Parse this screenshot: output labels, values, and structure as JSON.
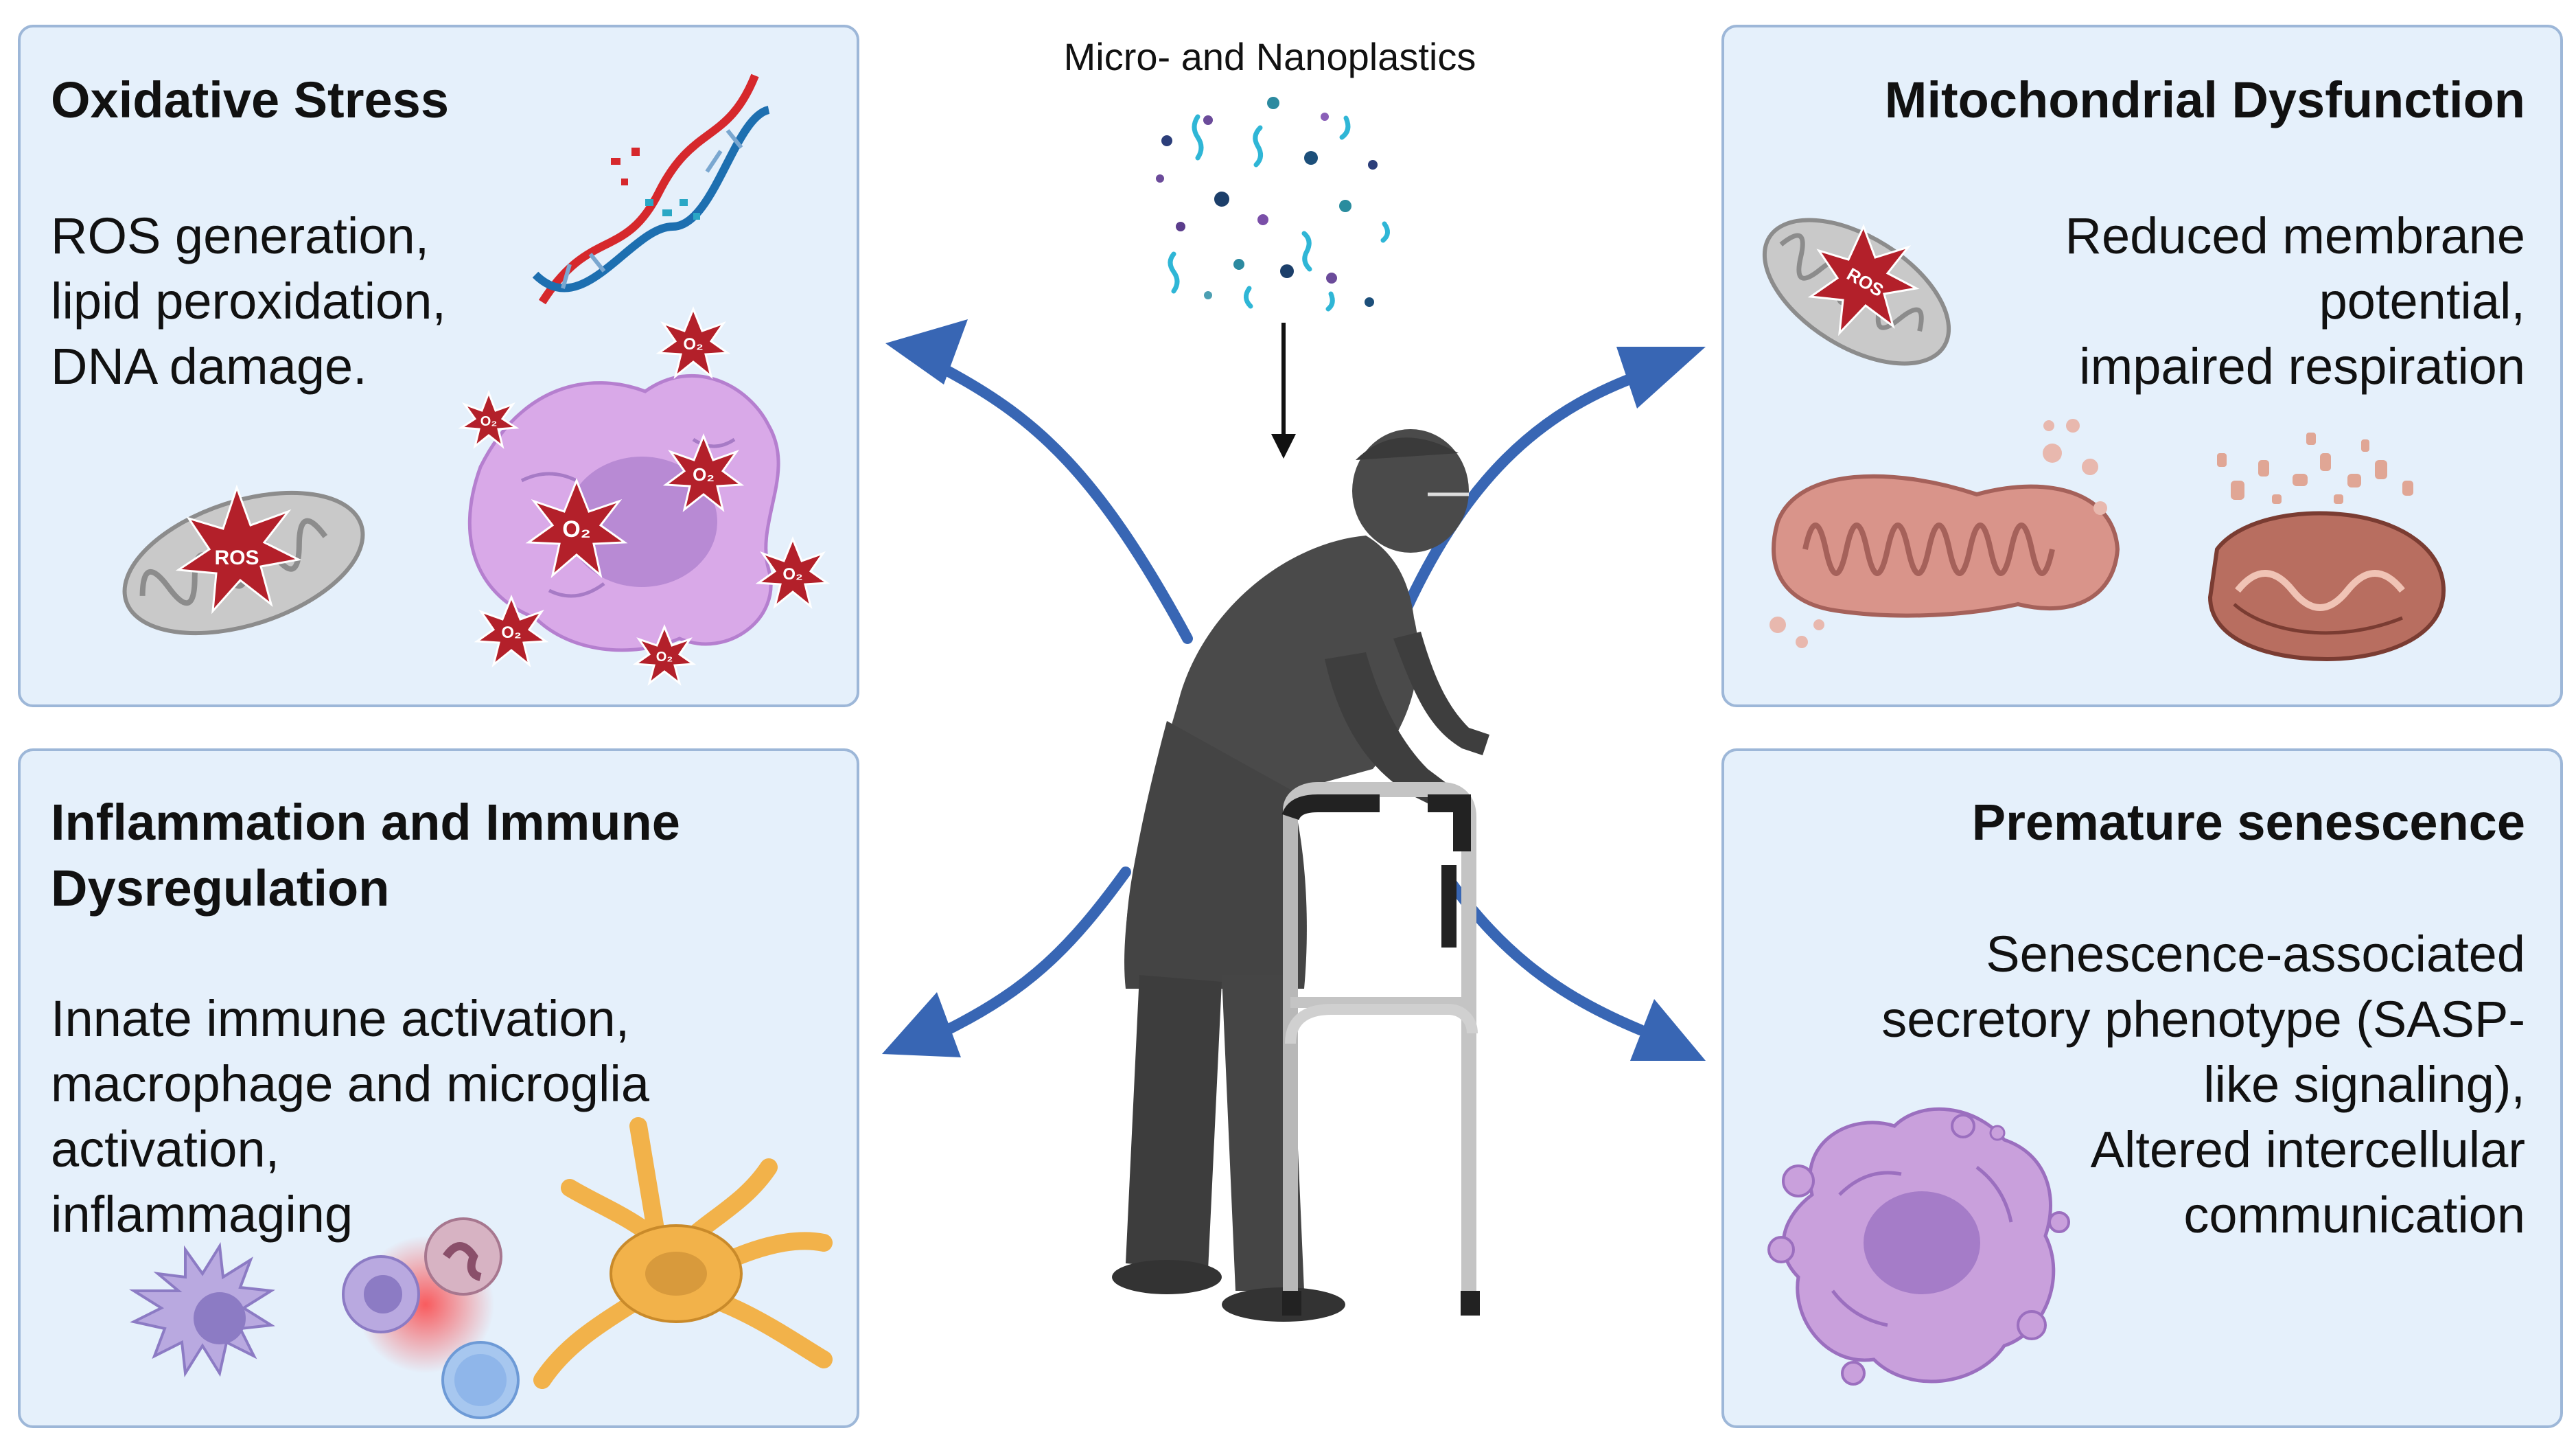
{
  "center": {
    "label": "Micro- and Nanoplastics"
  },
  "panels": {
    "oxidative": {
      "title": "Oxidative Stress",
      "body": [
        "ROS generation,",
        "lipid peroxidation,",
        "DNA damage."
      ],
      "icon_text": {
        "ros": "ROS",
        "o2": "O₂"
      }
    },
    "mitochondrial": {
      "title": "Mitochondrial Dysfunction",
      "body": [
        "Reduced membrane",
        "potential,",
        "impaired respiration"
      ],
      "icon_text": {
        "ros": "ROS"
      }
    },
    "inflammation": {
      "title": [
        "Inflammation and Immune",
        "Dysregulation"
      ],
      "body": [
        "Innate immune activation,",
        "macrophage and microglia",
        "activation,",
        "inflammaging"
      ]
    },
    "senescence": {
      "title": "Premature senescence",
      "body": [
        "Senescence-associated",
        "secretory phenotype (SASP-",
        "like signaling),",
        "Altered intercellular",
        "communication"
      ]
    }
  },
  "colors": {
    "panel_bg": "#e5f0fb",
    "panel_border": "#9db7d8",
    "arrow_blue": "#3866b4",
    "silhouette": "#4a4a4a",
    "ros_red": "#b3202a",
    "cell_purple": "#c9a0dc",
    "microglia_orange": "#f2b24a"
  }
}
